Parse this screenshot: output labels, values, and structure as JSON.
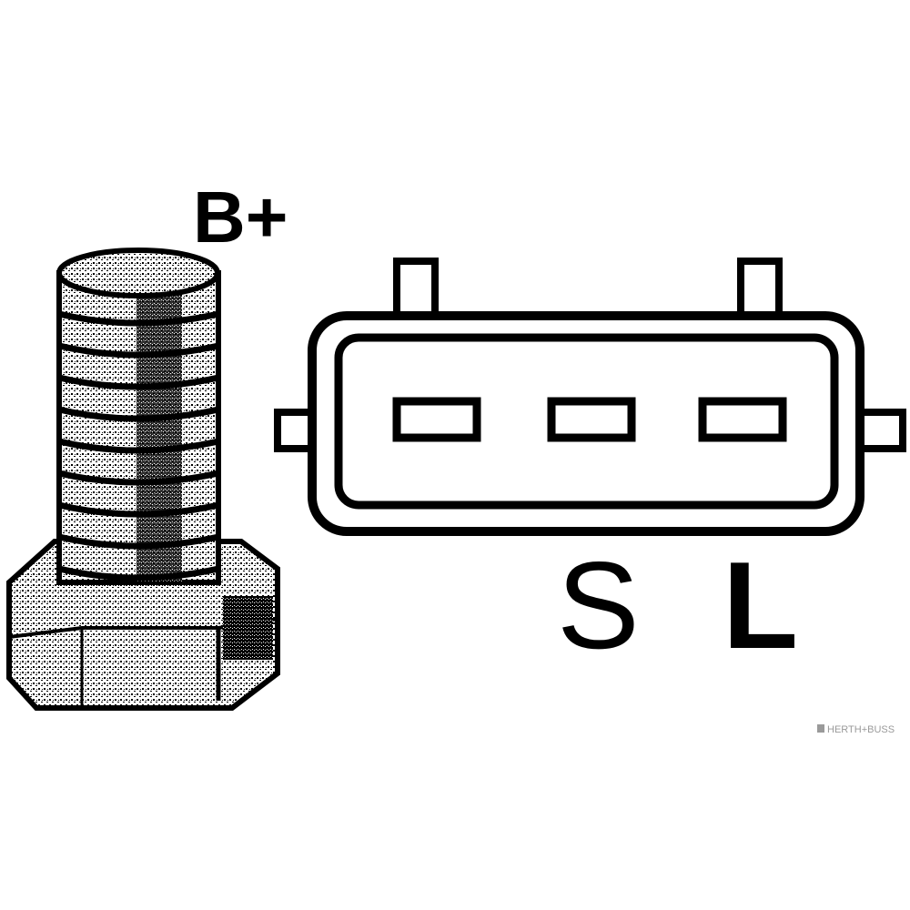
{
  "labels": {
    "battery_terminal": "B+",
    "sense_terminal": "S",
    "lamp_terminal": "L"
  },
  "watermark": "HERTH+BUSS",
  "colors": {
    "ink": "#000000",
    "background": "#ffffff",
    "watermark": "#9a9a9a"
  }
}
